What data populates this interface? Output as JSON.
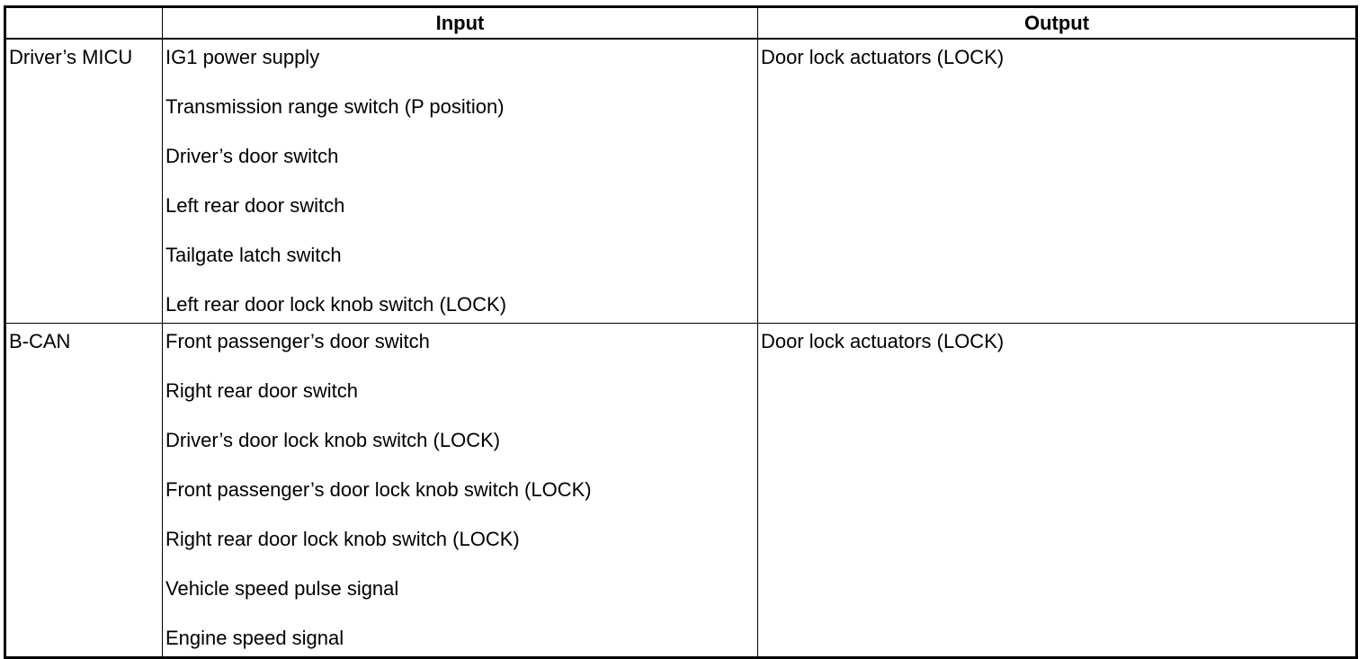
{
  "table": {
    "headers": {
      "blank": "",
      "input": "Input",
      "output": "Output"
    },
    "rows": [
      {
        "source": "Driver’s MICU",
        "inputs": [
          "IG1 power supply",
          "Transmission range switch (P position)",
          "Driver’s door switch",
          "Left rear door switch",
          "Tailgate latch switch",
          "Left rear door lock knob switch (LOCK)"
        ],
        "output": "Door lock actuators (LOCK)"
      },
      {
        "source": "B-CAN",
        "inputs": [
          "Front passenger’s door switch",
          "Right rear door switch",
          "Driver’s door lock knob switch (LOCK)",
          "Front passenger’s door lock knob switch (LOCK)",
          "Right rear door lock knob switch (LOCK)",
          "Vehicle speed pulse signal",
          "Engine speed signal"
        ],
        "output": "Door lock actuators (LOCK)"
      }
    ]
  }
}
